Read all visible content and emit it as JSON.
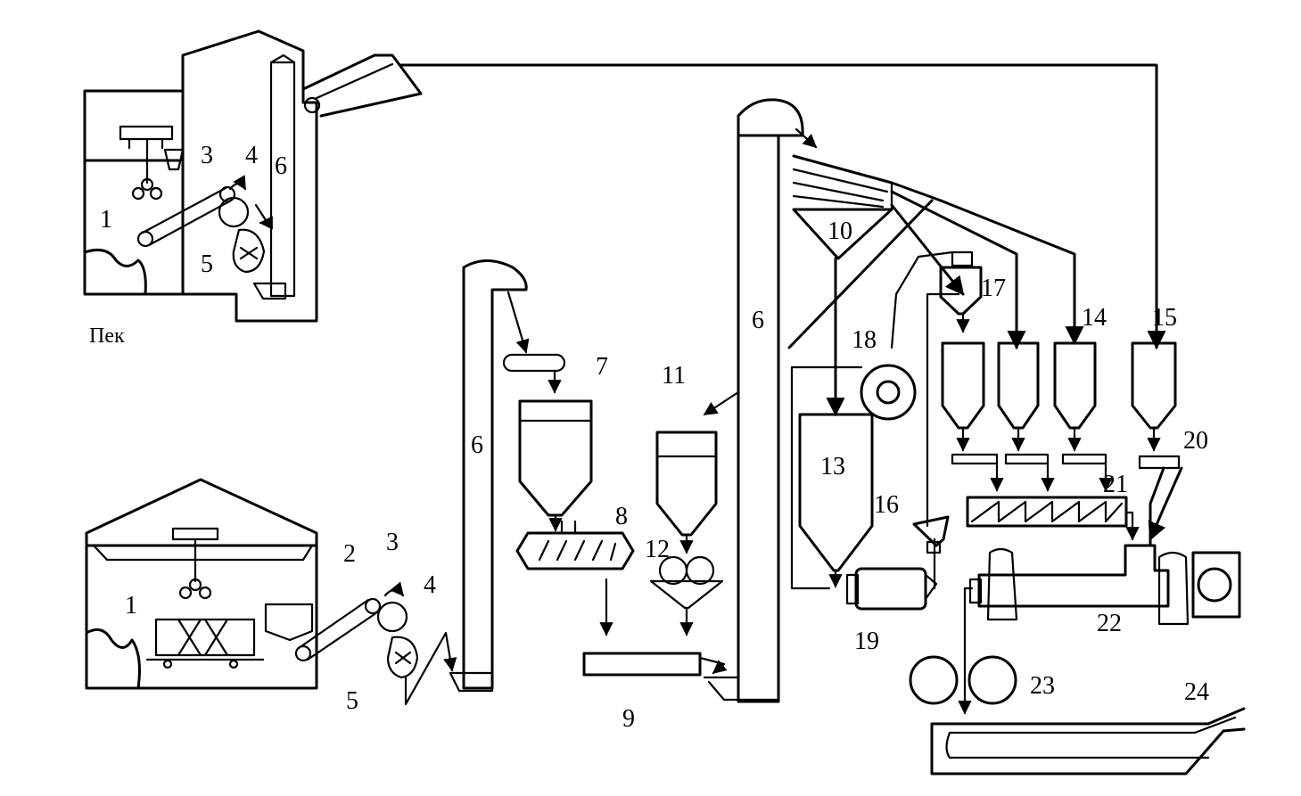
{
  "diagram": {
    "labels": {
      "pek": "Пек",
      "n1": "1",
      "n2": "2",
      "n3": "3",
      "n4": "4",
      "n5": "5",
      "n6": "6",
      "n7": "7",
      "n8": "8",
      "n9": "9",
      "n10": "10",
      "n11": "11",
      "n12": "12",
      "n13": "13",
      "n14": "14",
      "n15": "15",
      "n16": "16",
      "n17": "17",
      "n18": "18",
      "n19": "19",
      "n20": "20",
      "n21": "21",
      "n22": "22",
      "n23": "23",
      "n24": "24"
    }
  }
}
